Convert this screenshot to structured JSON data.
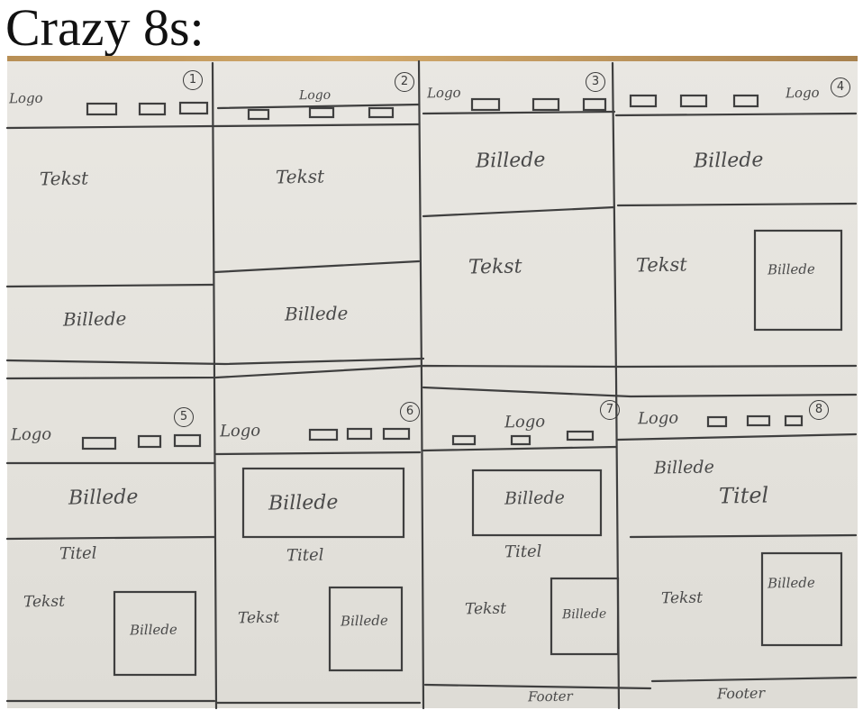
{
  "title": "Crazy 8s:",
  "ink_color": "#3f3f3f",
  "paper_color": "#e6e4df",
  "panels": [
    {
      "number": "1",
      "logo": "Logo",
      "top": "Tekst",
      "bottom": "Billede"
    },
    {
      "number": "2",
      "logo": "Logo",
      "top": "Tekst",
      "bottom": "Billede"
    },
    {
      "number": "3",
      "logo": "Logo",
      "top": "Billede",
      "bottom": "Tekst"
    },
    {
      "number": "4",
      "logo": "Logo",
      "top": "Billede",
      "text": "Tekst",
      "image": "Billede"
    },
    {
      "number": "5",
      "logo": "Logo",
      "hero": "Billede",
      "heading": "Titel",
      "text": "Tekst",
      "image": "Billede"
    },
    {
      "number": "6",
      "logo": "Logo",
      "hero": "Billede",
      "heading": "Titel",
      "text": "Tekst",
      "image": "Billede"
    },
    {
      "number": "7",
      "logo": "Logo",
      "hero": "Billede",
      "heading": "Titel",
      "text": "Tekst",
      "image": "Billede",
      "footer": "Footer"
    },
    {
      "number": "8",
      "logo": "Logo",
      "hero": "Billede",
      "heading": "Titel",
      "text": "Tekst",
      "image": "Billede",
      "footer": "Footer"
    }
  ]
}
